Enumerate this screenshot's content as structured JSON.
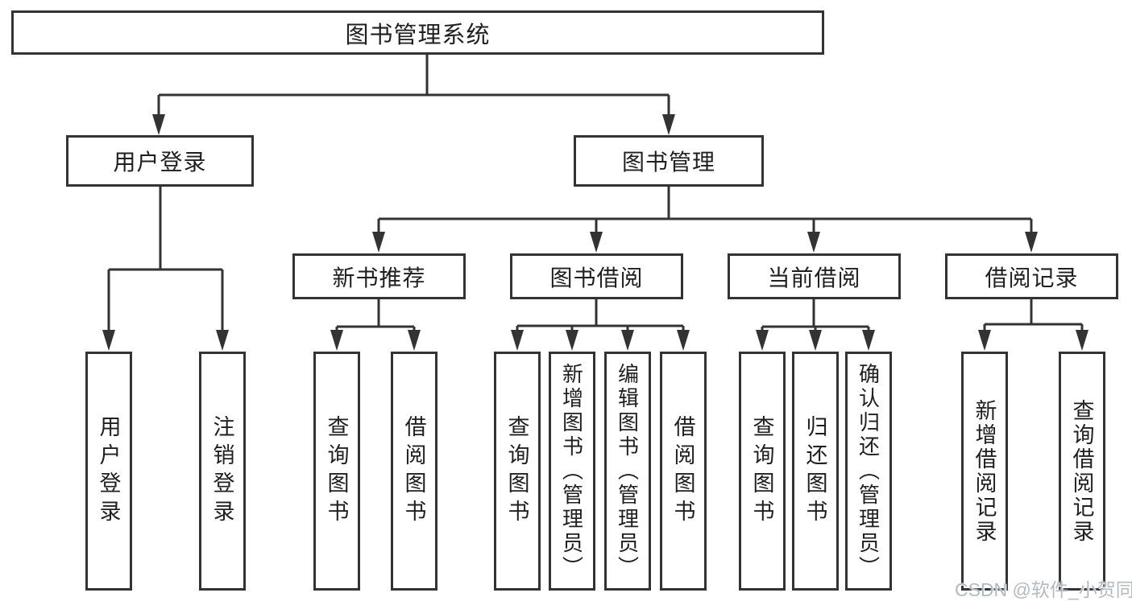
{
  "diagram_title": "图书管理系统",
  "nodes": {
    "root": {
      "label": "图书管理系统"
    },
    "user_login": {
      "label": "用户登录"
    },
    "book_mgmt": {
      "label": "图书管理"
    },
    "new_book_rec": {
      "label": "新书推荐"
    },
    "book_borrow": {
      "label": "图书借阅"
    },
    "current_borrow": {
      "label": "当前借阅"
    },
    "borrow_records": {
      "label": "借阅记录"
    },
    "leaf_user_login": {
      "label": "用户登录"
    },
    "leaf_logout": {
      "label": "注销登录"
    },
    "leaf_rec_query_book": {
      "label": "查询图书"
    },
    "leaf_rec_borrow_book": {
      "label": "借阅图书"
    },
    "leaf_bb_query_book": {
      "label": "查询图书"
    },
    "leaf_bb_add_book": {
      "label": "新增图书（管理员）"
    },
    "leaf_bb_edit_book": {
      "label": "编辑图书（管理员）"
    },
    "leaf_bb_borrow_book": {
      "label": "借阅图书"
    },
    "leaf_cb_query_book": {
      "label": "查询图书"
    },
    "leaf_cb_return_book": {
      "label": "归还图书"
    },
    "leaf_cb_confirm_return": {
      "label": "确认归还（管理员）"
    },
    "leaf_br_add_record": {
      "label": "新增借阅记录"
    },
    "leaf_br_query_record": {
      "label": "查询借阅记录"
    }
  },
  "tree": {
    "root": "图书管理系统",
    "children": [
      {
        "label": "用户登录",
        "children": [
          "用户登录",
          "注销登录"
        ]
      },
      {
        "label": "图书管理",
        "children": [
          {
            "label": "新书推荐",
            "children": [
              "查询图书",
              "借阅图书"
            ]
          },
          {
            "label": "图书借阅",
            "children": [
              "查询图书",
              "新增图书（管理员）",
              "编辑图书（管理员）",
              "借阅图书"
            ]
          },
          {
            "label": "当前借阅",
            "children": [
              "查询图书",
              "归还图书",
              "确认归还（管理员）"
            ]
          },
          {
            "label": "借阅记录",
            "children": [
              "新增借阅记录",
              "查询借阅记录"
            ]
          }
        ]
      }
    ]
  },
  "watermark": {
    "text": "CSDN @软件_小贺同学"
  },
  "colors": {
    "line": "#333333",
    "box_background": "#ffffff",
    "text": "#1f1f1f",
    "watermark": "#b4bac2"
  }
}
